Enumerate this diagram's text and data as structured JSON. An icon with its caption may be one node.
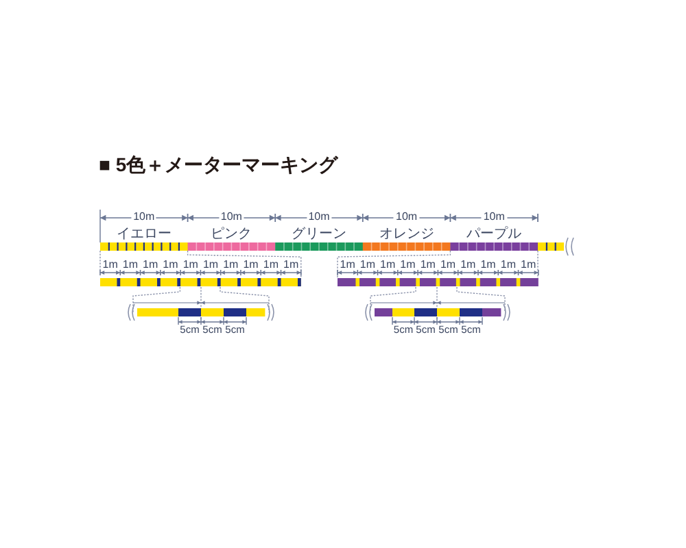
{
  "diagram": {
    "title": "■ 5色＋メーターマーキング",
    "labels": [
      "10m",
      "10m",
      "10m",
      "10m",
      "10m",
      "イエロー",
      "ピンク",
      "グリーン",
      "オレンジ",
      "パープル",
      "1m",
      "1m",
      "1m",
      "1m",
      "1m",
      "1m",
      "1m",
      "1m",
      "1m",
      "1m",
      "1m",
      "1m",
      "1m",
      "1m",
      "1m",
      "1m",
      "1m",
      "1m",
      "1m",
      "1m",
      "5cm",
      "5cm",
      "5cm",
      "5cm",
      "5cm",
      "5cm",
      "5cm"
    ]
  }
}
